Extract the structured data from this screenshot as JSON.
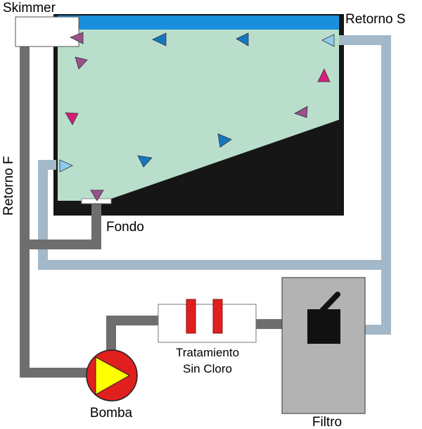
{
  "labels": {
    "skimmer": "Skimmer",
    "retorno_s": "Retorno S",
    "retorno_f": "Retorno F",
    "fondo": "Fondo",
    "bomba": "Bomba",
    "filtro": "Filtro",
    "tratamiento_line1": "Tratamiento",
    "tratamiento_line2": "Sin Cloro"
  },
  "colors": {
    "pool_water": "#b9dfcc",
    "pool_walls": "#161616",
    "water_surface": "#1a8fdc",
    "suction_pipe": "#6e6e6e",
    "return_pipe": "#a3b8c8",
    "pump_body": "#e01f1f",
    "pump_arrow": "#ffff00",
    "filter_body": "#b3b3b3",
    "treatment_bands": "#e01f1f"
  },
  "icons": {
    "pump": "pump-icon",
    "filter_valve": "valve-icon",
    "flow_arrows": "triangle-arrow-icon"
  }
}
